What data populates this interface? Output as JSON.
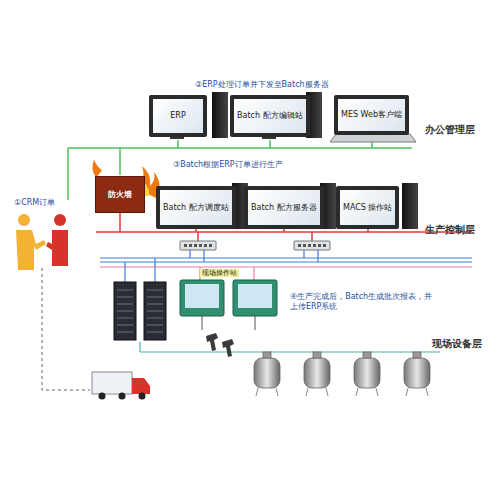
{
  "diagram": {
    "nodes": [
      {
        "text": [
          "ERP"
        ]
      },
      {
        "text": [
          "Batch 配方编辑站"
        ]
      },
      {
        "text": [
          "MES Web客户端"
        ]
      },
      {
        "text": [
          "防火墙"
        ]
      },
      {
        "text": [
          "Batch 配方调度站"
        ]
      },
      {
        "text": [
          "Batch 配方服务器"
        ]
      },
      {
        "text": [
          "MACS 操作站"
        ]
      }
    ],
    "labels": [
      "②ERP处理订单并下发至Batch服务器",
      "办公管理层",
      "③Batch根据ERP订单进行生产",
      "生产控制层",
      "①CRM订单",
      "现场操作站",
      "④生产完成后，Batch生成批次报表，并上传ERP系统",
      "现场设备层"
    ]
  }
}
